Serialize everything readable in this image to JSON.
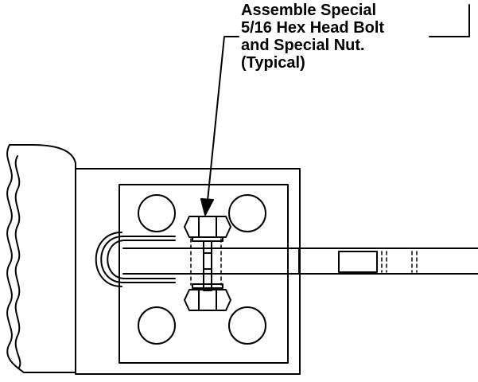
{
  "callout": {
    "lines": [
      "Assemble Special",
      "5/16 Hex Head Bolt",
      "and Special Nut.",
      "(Typical)"
    ]
  },
  "colors": {
    "ink": "#000000",
    "paper": "#ffffff"
  }
}
